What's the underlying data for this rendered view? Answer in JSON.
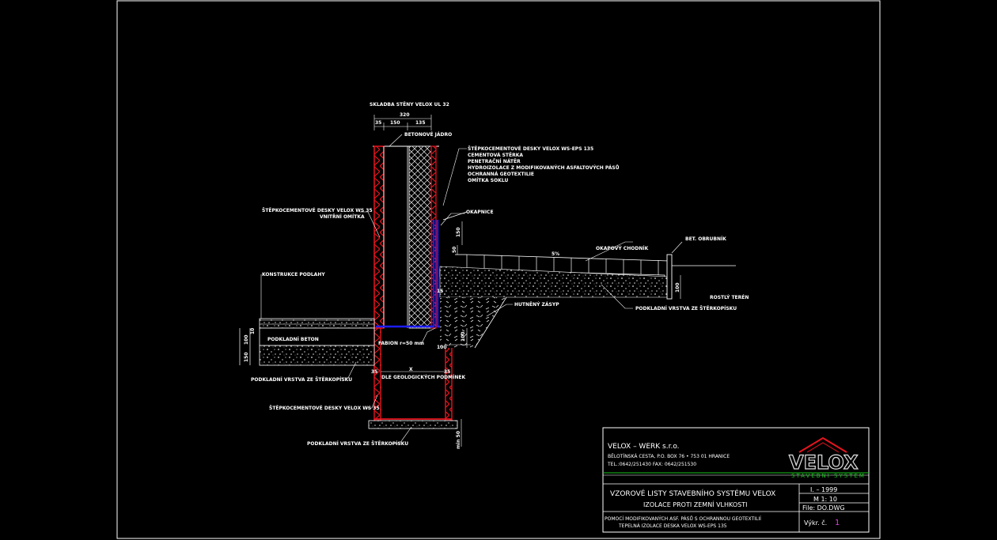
{
  "drawing": {
    "wall_title": "SKLADBA STĚNY VELOX UL 32",
    "dims_top": {
      "total": "320",
      "a": "35",
      "b": "150",
      "c": "135"
    },
    "concrete_core": "BETONOVÉ JÁDRO",
    "layers": [
      "ŠTĚPKOCEMENTOVÉ DESKY VELOX WS-EPS 135",
      "CEMENTOVÁ STĚRKA",
      "PENETRAČNÍ NÁTĚR",
      "HYDROIZOLACE Z MODIFIKOVANÝCH ASFALTOVÝCH PÁSŮ",
      "OCHRANNÁ GEOTEXTILIE",
      "OMÍTKA SOKLU"
    ],
    "inner_board_1": "ŠTĚPKOCEMENTOVÉ DESKY VELOX WS 35",
    "inner_board_2": "VNITŘNÍ OMÍTKA",
    "drip": "OKAPNICE",
    "sidewalk": "OKAPOVÝ CHODNÍK",
    "slope": "5%",
    "curb": "BET. OBRUBNÍK",
    "terrain": "ROSTLÝ TERÉN",
    "floor": "KONSTRUKCE PODLAHY",
    "sub_concrete": "PODKLADNÍ BETON",
    "fill": "HUTNĚNÝ ZÁSYP",
    "gravel_right": "PODKLADNÍ VRSTVA ZE ŠTĚRKOPÍSKU",
    "gravel_left": "PODKLADNÍ VRSTVA ZE ŠTĚRKOPÍSKU",
    "fabion": "FABION r=50 mm",
    "board_footing": "ŠTĚPKOCEMENTOVÉ DESKY VELOX WS 35",
    "gravel_bottom": "PODKLADNÍ VRSTVA ZE ŠTĚRKOPÍSKU",
    "x_label": "X",
    "geology": "DLE GEOLOGICKÝCH PODMÍNEK",
    "dim_150": "150",
    "dim_50": "50",
    "dim_15": "15",
    "dim_100_a": "100",
    "dim_100_b": "100",
    "dim_100_c": "100",
    "dim_100_d": "100",
    "dim_150_b": "150",
    "dim_10": "10",
    "dim_35_a": "35",
    "dim_35_b": "35",
    "dim_min50": "min 50"
  },
  "title_block": {
    "company": "VELOX – WERK s.r.o.",
    "address": "BĚLOTÍNSKÁ CESTA, P.O. BOX 76 • 753 01 HRANICE",
    "phone": "TEL.:0642/251430   FAX: 0642/251530",
    "logo_text": "VELOX",
    "logo_sub": "STAVEBNÍ SYSTÉM",
    "heading_1": "VZOROVÉ LISTY STAVEBNÍHO SYSTÉMU VELOX",
    "heading_2": "IZOLACE PROTI ZEMNÍ VLHKOSTI",
    "desc_1": "POMOCÍ MODIFIKOVANÝCH ASF. PÁSŮ S OCHRANNOU GEOTEXTILIÍ",
    "desc_2": "TEPELNÁ IZOLACE DESKA VELOX WS-EPS 135",
    "date": "I. – 1999",
    "scale": "M 1: 10",
    "file": "File: DO.DWG",
    "sheet_label": "Výkr. č.",
    "sheet_no": "1",
    "colors": {
      "red": "#e8141e",
      "blue": "#1c1cff",
      "green": "#19c41e",
      "magenta": "#e040e0"
    }
  }
}
